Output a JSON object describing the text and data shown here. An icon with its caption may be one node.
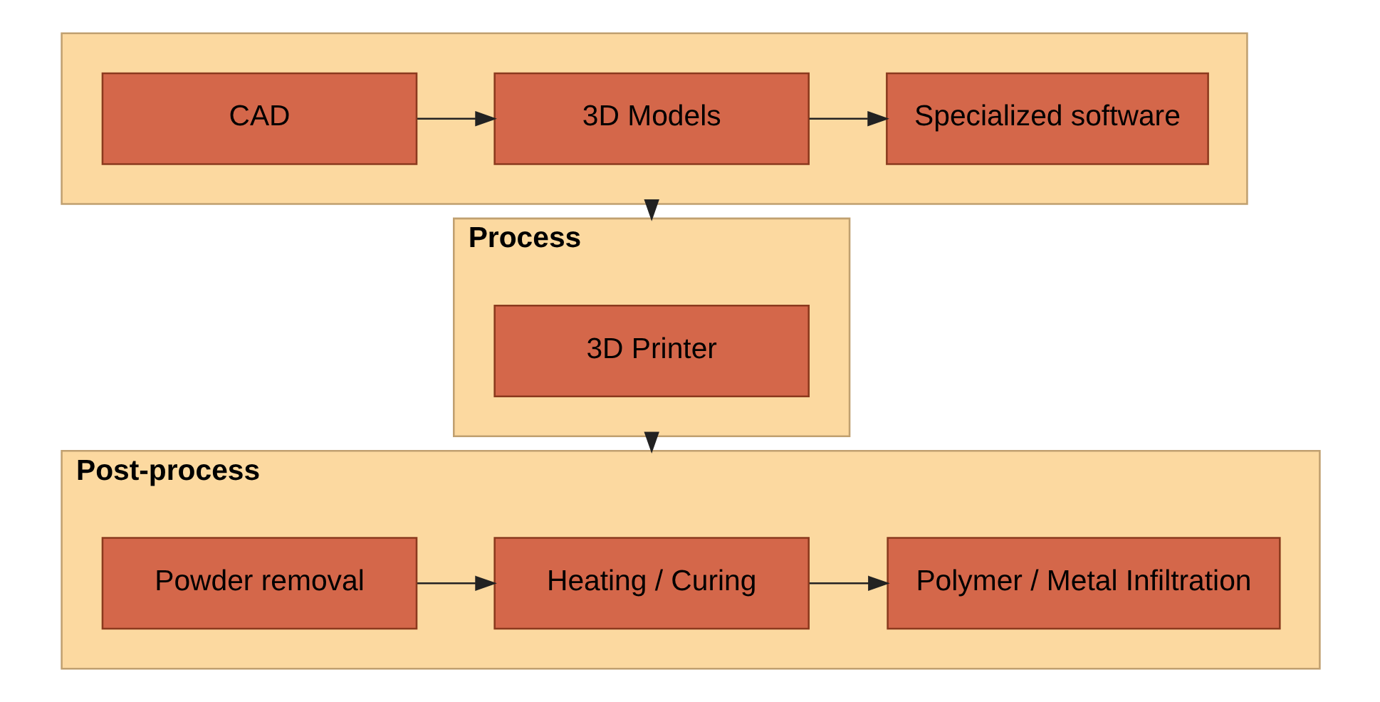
{
  "diagram": {
    "nodes": [
      {
        "text": [],
        "shape": "box"
      },
      {
        "text": [
          "CAD"
        ],
        "in": 0
      },
      {
        "text": [
          "3D Models"
        ],
        "in": 0
      },
      {
        "text": [
          "Specialized software"
        ],
        "in": 0
      },
      {
        "text": [
          "Process"
        ]
      },
      {
        "text": [
          "3D Printer"
        ],
        "in": 4
      },
      {
        "text": [
          "Post-process"
        ]
      },
      {
        "text": [
          "Powder removal"
        ],
        "in": 6
      },
      {
        "text": [
          "Heating / Curing"
        ],
        "in": 6
      },
      {
        "text": [
          "Polymer / Metal Infiltration"
        ],
        "in": 6
      }
    ],
    "edges": [
      {
        "from": 1,
        "to": 2,
        "arrow": "to"
      },
      {
        "from": 2,
        "to": 3,
        "arrow": "to"
      },
      {
        "from": 0,
        "to": 4,
        "arrow": "to"
      },
      {
        "from": 4,
        "to": 6,
        "arrow": "to"
      },
      {
        "from": 7,
        "to": 8,
        "arrow": "to"
      },
      {
        "from": 8,
        "to": 9,
        "arrow": "to"
      }
    ]
  }
}
